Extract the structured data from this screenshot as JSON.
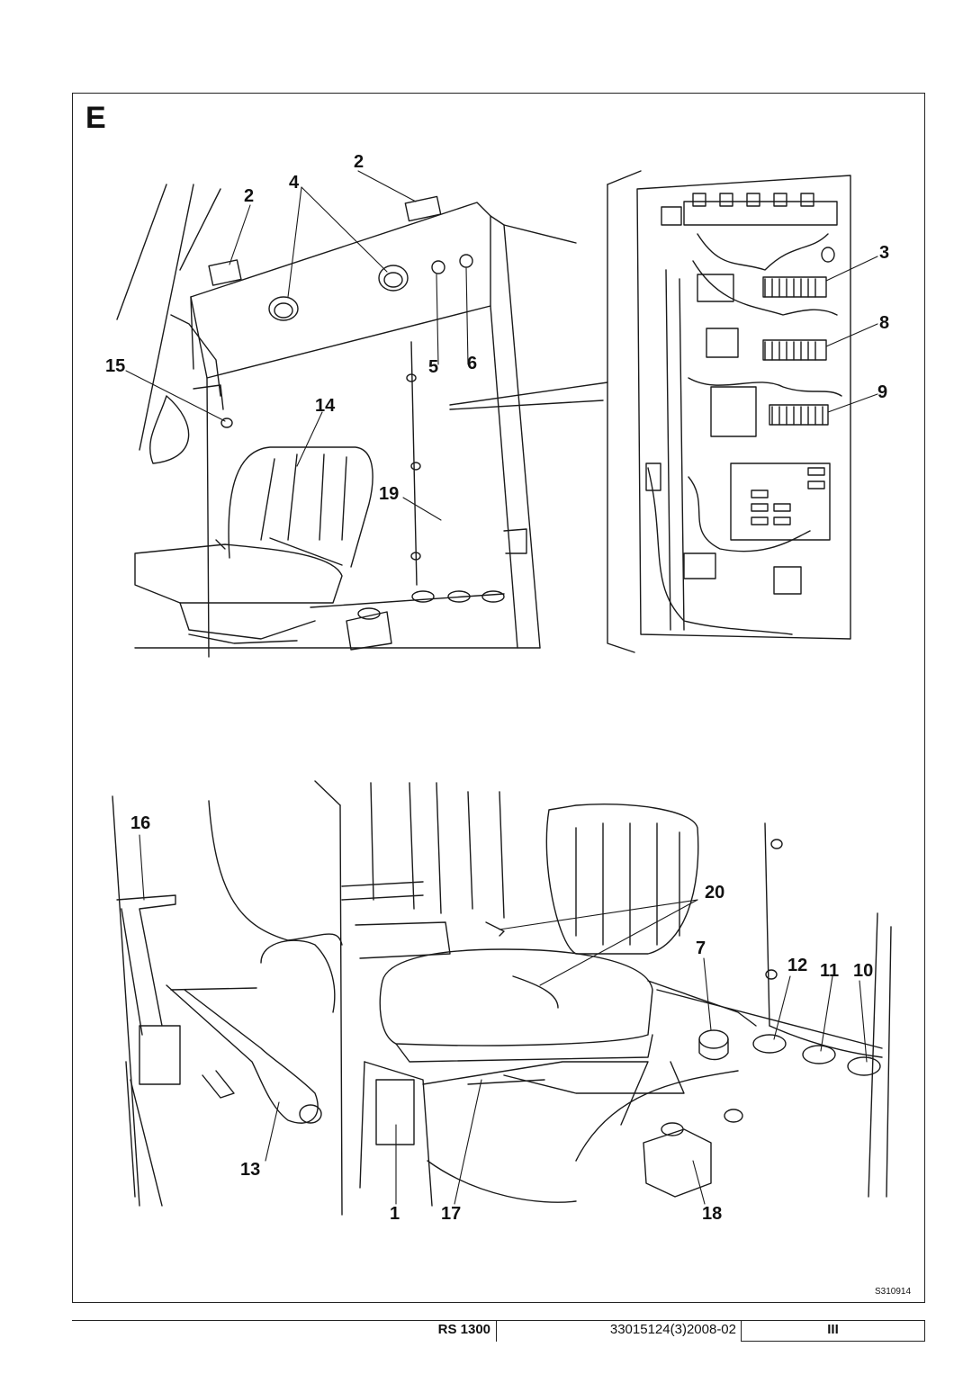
{
  "section_letter": "E",
  "callouts": {
    "c2a": "2",
    "c2b": "2",
    "c4": "4",
    "c3": "3",
    "c8": "8",
    "c9": "9",
    "c15": "15",
    "c5": "5",
    "c6": "6",
    "c14": "14",
    "c19": "19",
    "c16": "16",
    "c20": "20",
    "c7": "7",
    "c12": "12",
    "c11": "11",
    "c10": "10",
    "c13": "13",
    "c1": "1",
    "c17": "17",
    "c18": "18"
  },
  "drawing_code": "S310914",
  "footer": {
    "model": "RS 1300",
    "doc_number": "33015124(3)2008-02",
    "page": "III"
  }
}
